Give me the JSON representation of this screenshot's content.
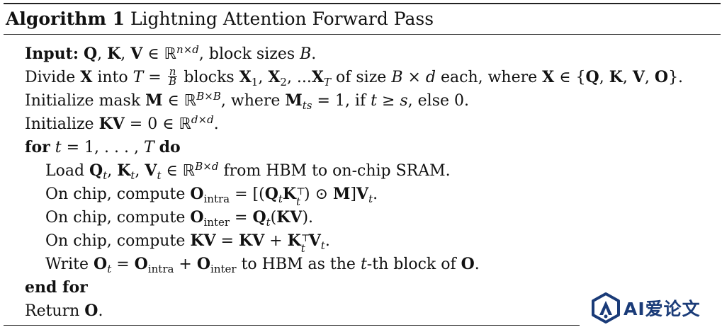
{
  "algorithm": {
    "label": "Algorithm 1",
    "name": "Lightning Attention Forward Pass"
  },
  "input": {
    "keyword": "Input:",
    "rest": ", block sizes ",
    "var": "B",
    "end": "."
  },
  "divide": {
    "word": "Divide ",
    "into": " into ",
    "frac_num": "n",
    "frac_den": "B",
    "blocks": " blocks ",
    "of_size": " of size ",
    "each_where": " each, where "
  },
  "mask": {
    "prefix": "Initialize mask ",
    "where": ", where ",
    "cond": ", if ",
    "tail": ", else 0."
  },
  "kvinit": {
    "prefix": "Initialize "
  },
  "loop": {
    "for_kw": "for",
    "do_kw": "do",
    "range": " = 1, . . . , "
  },
  "steps": {
    "load_prefix": "Load ",
    "load_suffix": " from HBM to on-chip SRAM.",
    "chip_prefix": "On chip, compute ",
    "write_prefix": "Write ",
    "write_mid": " to HBM as the ",
    "write_th": "-th block of "
  },
  "end_for": "end for",
  "return_text": {
    "word": "Return ",
    "var": "O",
    "end": "."
  },
  "watermark": {
    "text": "AI爱论文",
    "color": "#1a3b78",
    "icon": "logo-mark-icon"
  }
}
